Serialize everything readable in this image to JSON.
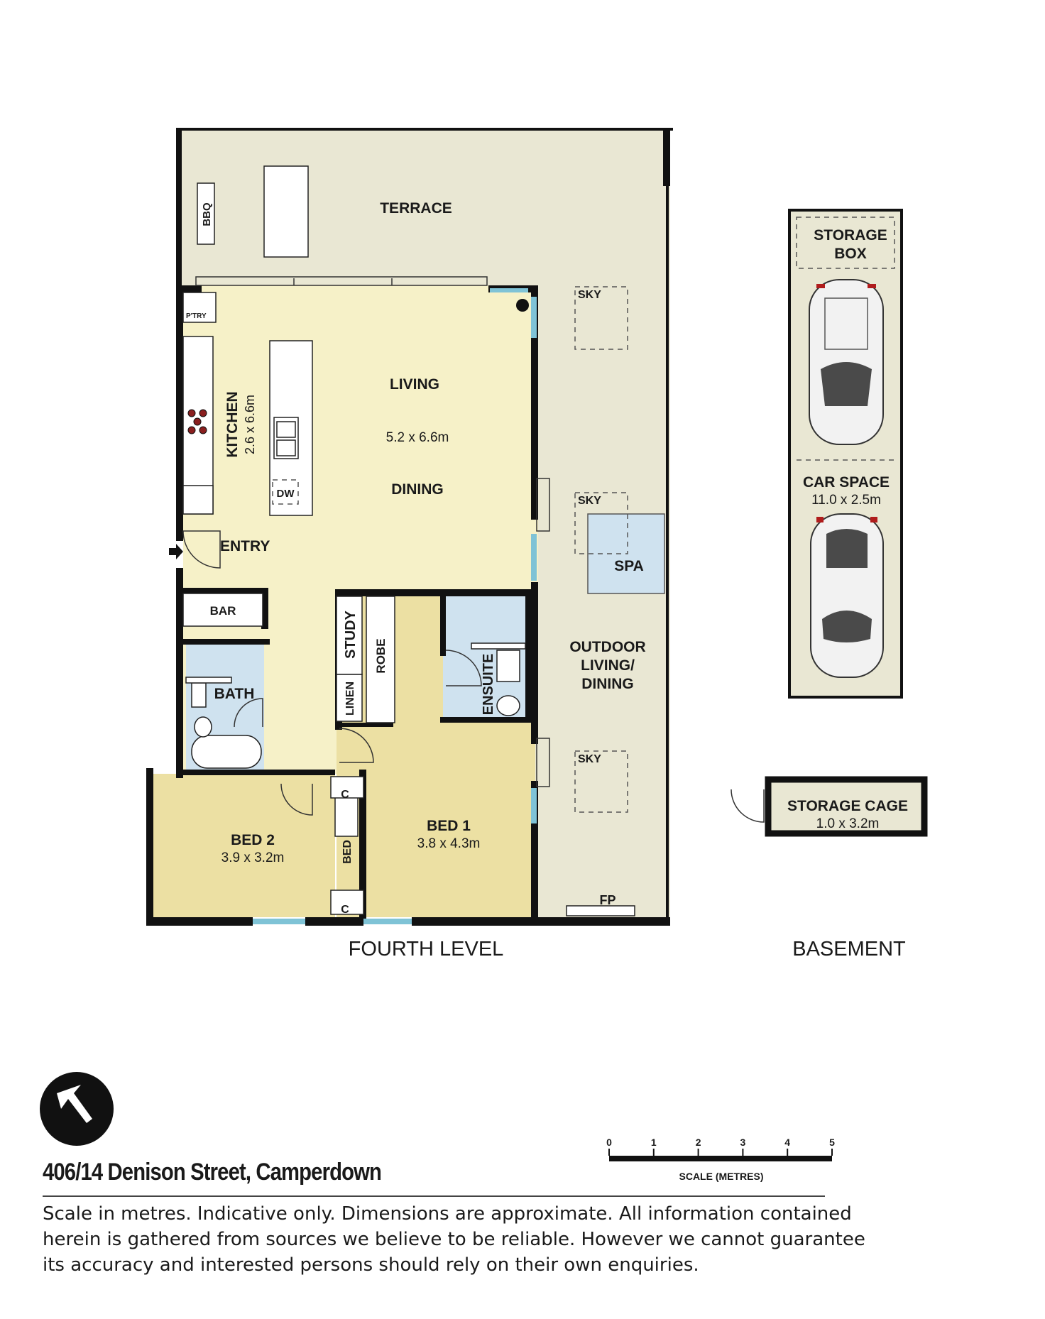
{
  "plan": {
    "rooms": {
      "terrace": "TERRACE",
      "bbq": "BBQ",
      "pantry": "P'TRY",
      "living": "LIVING",
      "living_dims": "5.2 x 6.6m",
      "dining": "DINING",
      "kitchen": "KITCHEN",
      "kitchen_dims": "2.6 x 6.6m",
      "dishwasher": "DW",
      "entry": "ENTRY",
      "bar": "BAR",
      "bath": "BATH",
      "study": "STUDY",
      "robe": "ROBE",
      "linen": "LINEN",
      "ensuite": "ENSUITE",
      "outdoor": [
        "OUTDOOR",
        "LIVING/",
        "DINING"
      ],
      "sky": "SKY",
      "spa": "SPA",
      "bed1": "BED 1",
      "bed1_dims": "3.8 x 4.3m",
      "bed2": "BED 2",
      "bed2_dims": "3.9 x 3.2m",
      "cupboard": "C",
      "bed": "BED",
      "fireplace": "FP"
    },
    "basement": {
      "storage_box": [
        "STORAGE",
        "BOX"
      ],
      "car_space": "CAR SPACE",
      "car_space_dims": "11.0 x 2.5m",
      "storage_cage": "STORAGE CAGE",
      "storage_cage_dims": "1.0 x 3.2m"
    },
    "levels": {
      "fourth": "FOURTH LEVEL",
      "basement": "BASEMENT"
    },
    "scale": {
      "ticks": [
        "0",
        "1",
        "2",
        "3",
        "4",
        "5"
      ],
      "caption": "SCALE (METRES)"
    },
    "colors": {
      "terrace": "#e9e7d3",
      "living": "#f6f1c8",
      "bedroom": "#ece0a3",
      "wet_area": "#cfe2ef",
      "glass": "#7fc3d6",
      "wall": "#111111"
    }
  },
  "footer": {
    "address": "406/14 Denison Street, Camperdown",
    "disclaimer": "Scale in metres. Indicative only. Dimensions are approximate. All information contained herein is gathered from sources we believe to be reliable. However we cannot guarantee its accuracy and interested persons should rely on their own enquiries."
  }
}
